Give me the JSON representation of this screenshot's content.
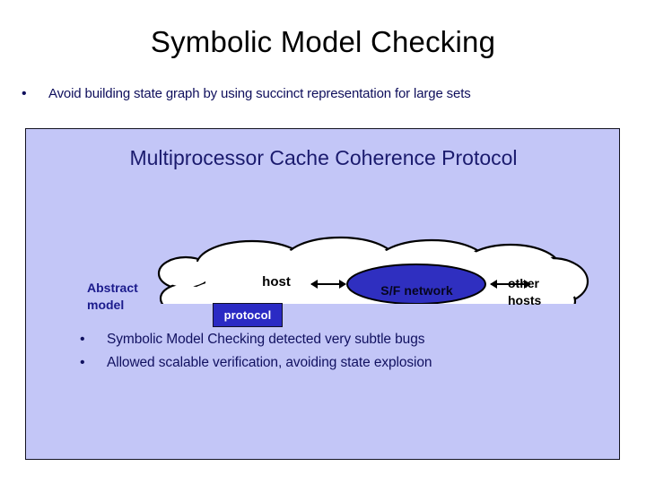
{
  "slide": {
    "title": "Symbolic Model Checking",
    "top_bullet": {
      "marker": "•",
      "text": "Avoid building state graph by using succinct representation for large sets"
    },
    "panel": {
      "heading": "Multiprocessor Cache Coherence Protocol",
      "background_color": "#c3c6f7",
      "border_color": "#131321",
      "heading_color": "#1b1b6e",
      "diagram": {
        "abstract_label_line1": "Abstract",
        "abstract_label_line2": "model",
        "host_label": "host",
        "protocol_label": "protocol",
        "protocol_box_color": "#2a2ac4",
        "network_label": "S/F network",
        "network_ellipse_color": "#2f2fc0",
        "other_hosts_line1": "other",
        "other_hosts_line2": "hosts",
        "cloud_fill": "#ffffff",
        "cloud_stroke": "#000000",
        "arrow_color": "#000000",
        "arrows": [
          {
            "name": "host-to-network",
            "double_headed": true
          },
          {
            "name": "network-to-other-hosts",
            "double_headed": true
          }
        ]
      },
      "bullets": [
        {
          "marker": "•",
          "text": "Symbolic Model Checking detected very subtle bugs"
        },
        {
          "marker": "•",
          "text": "Allowed scalable verification, avoiding state explosion"
        }
      ]
    }
  }
}
